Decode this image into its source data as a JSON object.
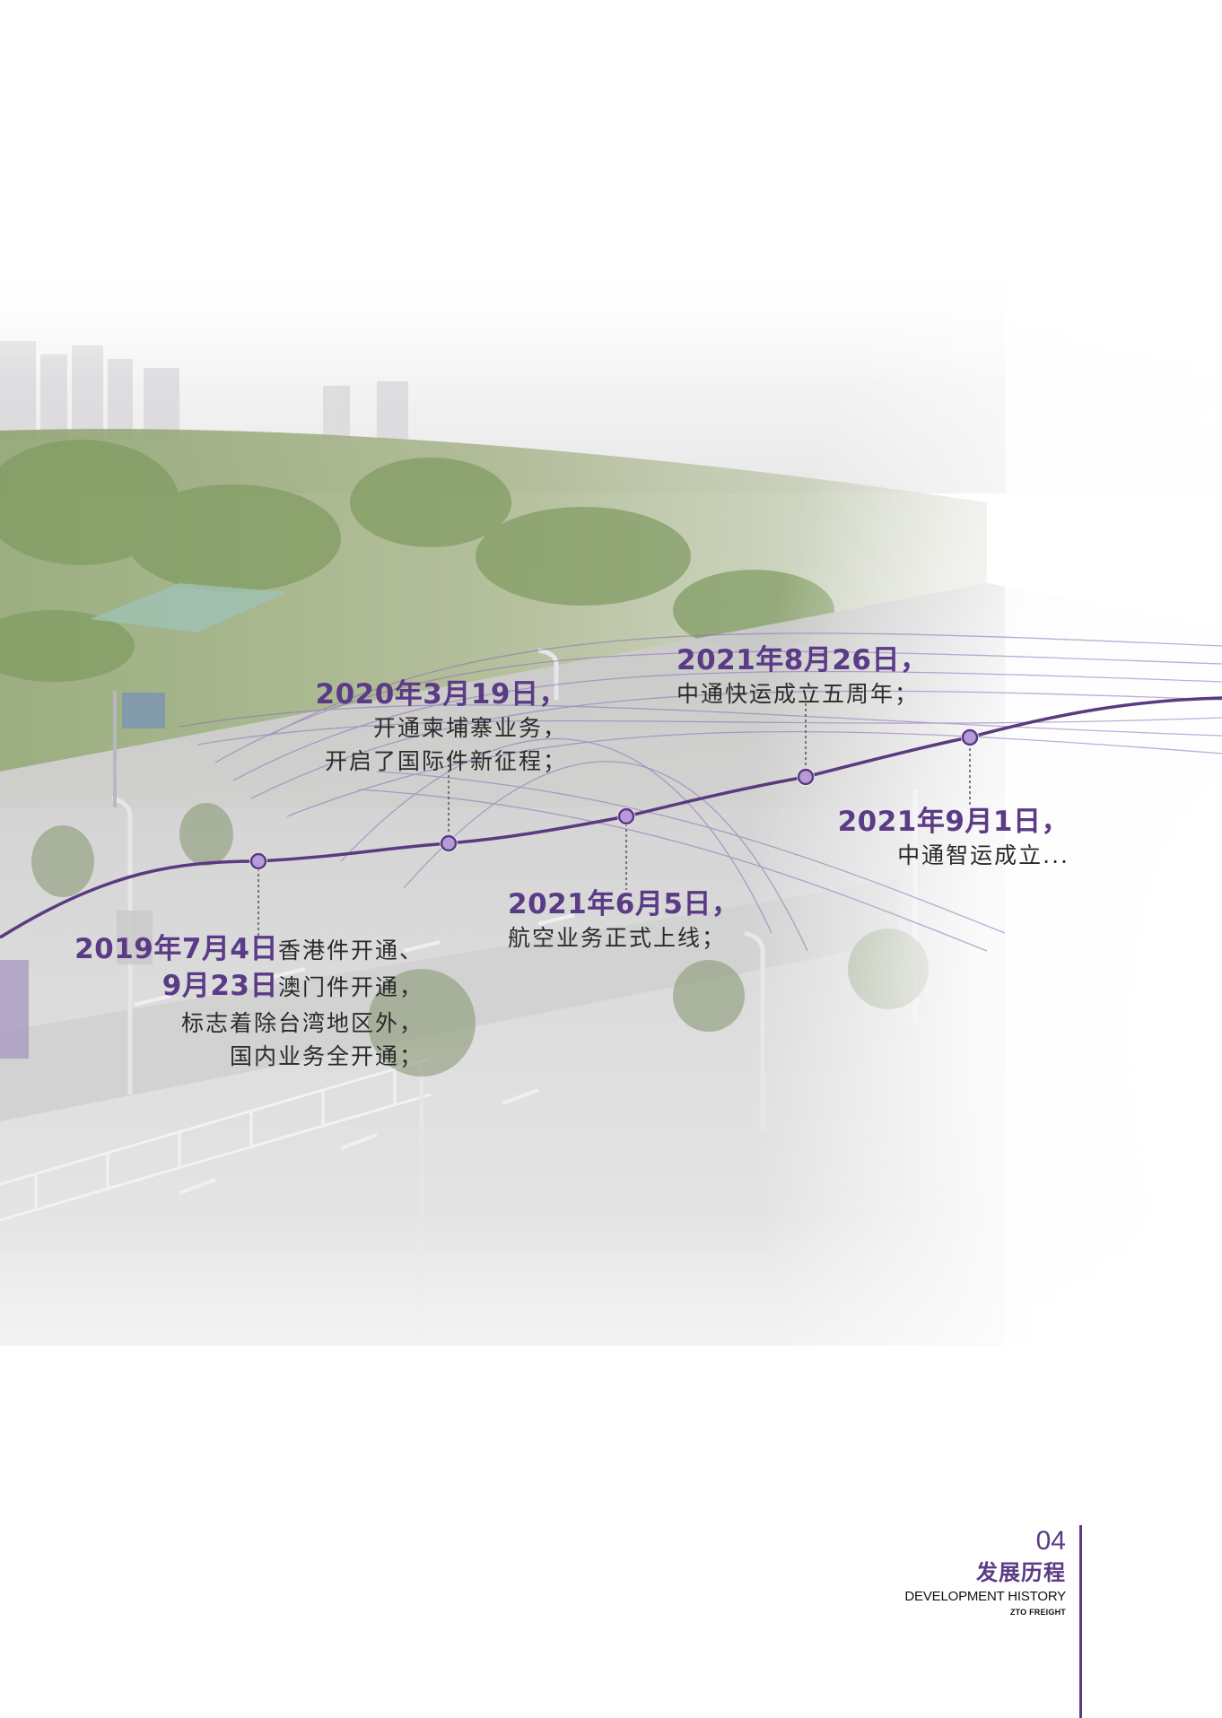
{
  "timeline": {
    "m2019": {
      "date_a": "2019年7月4日",
      "text_a": "香港件开通、",
      "date_b": "9月23日",
      "text_b": "澳门件开通，",
      "line3": "标志着除台湾地区外，",
      "line4": "国内业务全开通；"
    },
    "m2020": {
      "date": "2020年3月19日，",
      "line2": "开通柬埔寨业务，",
      "line3": "开启了国际件新征程；"
    },
    "m2021a": {
      "date": "2021年6月5日，",
      "line2": "航空业务正式上线；"
    },
    "m2021b": {
      "date": "2021年8月26日，",
      "line2": "中通快运成立五周年；"
    },
    "m2021c": {
      "date": "2021年9月1日，",
      "line2": "中通智运成立..."
    }
  },
  "footer": {
    "page_number": "04",
    "section_cn": "发展历程",
    "section_en": "DEVELOPMENT HISTORY",
    "brand": "ZTO FREIGHT"
  },
  "colors": {
    "accent": "#5b3a86"
  }
}
